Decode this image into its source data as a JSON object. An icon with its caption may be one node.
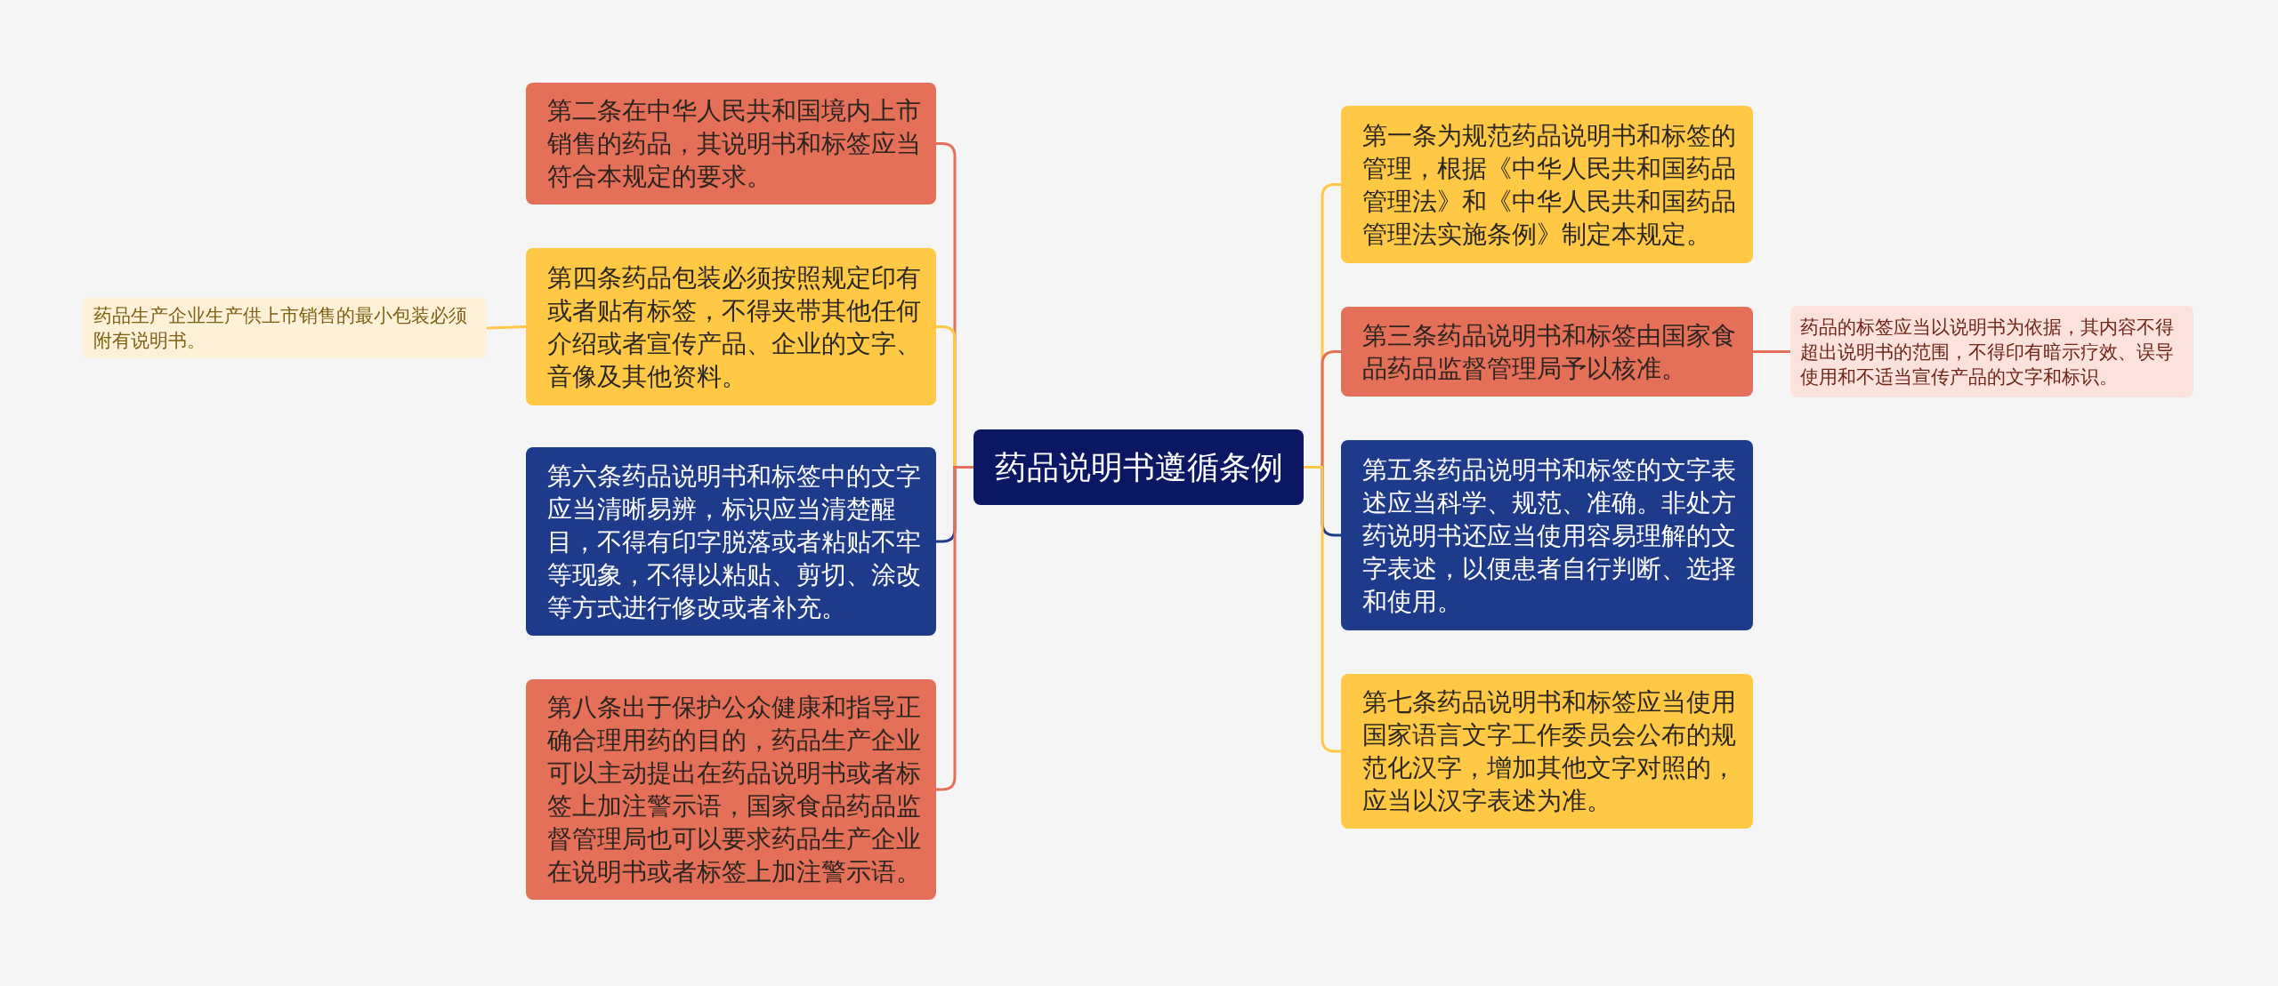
{
  "diagram": {
    "nodes": [
      {
        "text": [
          "药品说明书遵循条例"
        ]
      },
      {
        "text": [
          "第二条在中华人民共和国境内上市销售的药品，其说明书和标签应当符合本规定的要求。"
        ]
      },
      {
        "text": [
          "第四条药品包装必须按照规定印有或者贴有标签，不得夹带其他任何介绍或者宣传产品、企业的文字、音像及其他资料。"
        ]
      },
      {
        "text": [
          "药品生产企业生产供上市销售的最小包装必须附有说明书。"
        ]
      },
      {
        "text": [
          "第六条药品说明书和标签中的文字应当清晰易辨，标识应当清楚醒目，不得有印字脱落或者粘贴不牢等现象，不得以粘贴、剪切、涂改等方式进行修改或者补充。"
        ]
      },
      {
        "text": [
          "第八条出于保护公众健康和指导正确合理用药的目的，药品生产企业可以主动提出在药品说明书或者标签上加注警示语，国家食品药品监督管理局也可以要求药品生产企业在说明书或者标签上加注警示语。"
        ]
      },
      {
        "text": [
          "第一条为规范药品说明书和标签的管理，根据《中华人民共和国药品管理法》和《中华人民共和国药品管理法实施条例》制定本规定。"
        ]
      },
      {
        "text": [
          "第三条药品说明书和标签由国家食品药品监督管理局予以核准。"
        ]
      },
      {
        "text": [
          "药品的标签应当以说明书为依据，其内容不得超出说明书的范围，不得印有暗示疗效、误导使用和不适当宣传产品的文字和标识。"
        ]
      },
      {
        "text": [
          "第五条药品说明书和标签的文字表述应当科学、规范、准确。非处方药说明书还应当使用容易理解的文字表述，以便患者自行判断、选择和使用。"
        ]
      },
      {
        "text": [
          "第七条药品说明书和标签应当使用国家语言文字工作委员会公布的规范化汉字，增加其他文字对照的，应当以汉字表述为准。"
        ]
      }
    ],
    "edges": [
      {
        "from": 0,
        "to": 1,
        "arrow": "none",
        "color": "#e4705a"
      },
      {
        "from": 0,
        "to": 2,
        "arrow": "none",
        "color": "#ffc845"
      },
      {
        "from": 2,
        "to": 3,
        "arrow": "none",
        "color": "#ffc845"
      },
      {
        "from": 0,
        "to": 4,
        "arrow": "none",
        "color": "#1e3a8a"
      },
      {
        "from": 0,
        "to": 5,
        "arrow": "none",
        "color": "#e4705a"
      },
      {
        "from": 0,
        "to": 6,
        "arrow": "none",
        "color": "#ffc845"
      },
      {
        "from": 0,
        "to": 7,
        "arrow": "none",
        "color": "#e4705a"
      },
      {
        "from": 7,
        "to": 8,
        "arrow": "none",
        "color": "#e4705a"
      },
      {
        "from": 0,
        "to": 9,
        "arrow": "none",
        "color": "#1e3a8a"
      },
      {
        "from": 0,
        "to": 10,
        "arrow": "none",
        "color": "#ffc845"
      }
    ]
  }
}
